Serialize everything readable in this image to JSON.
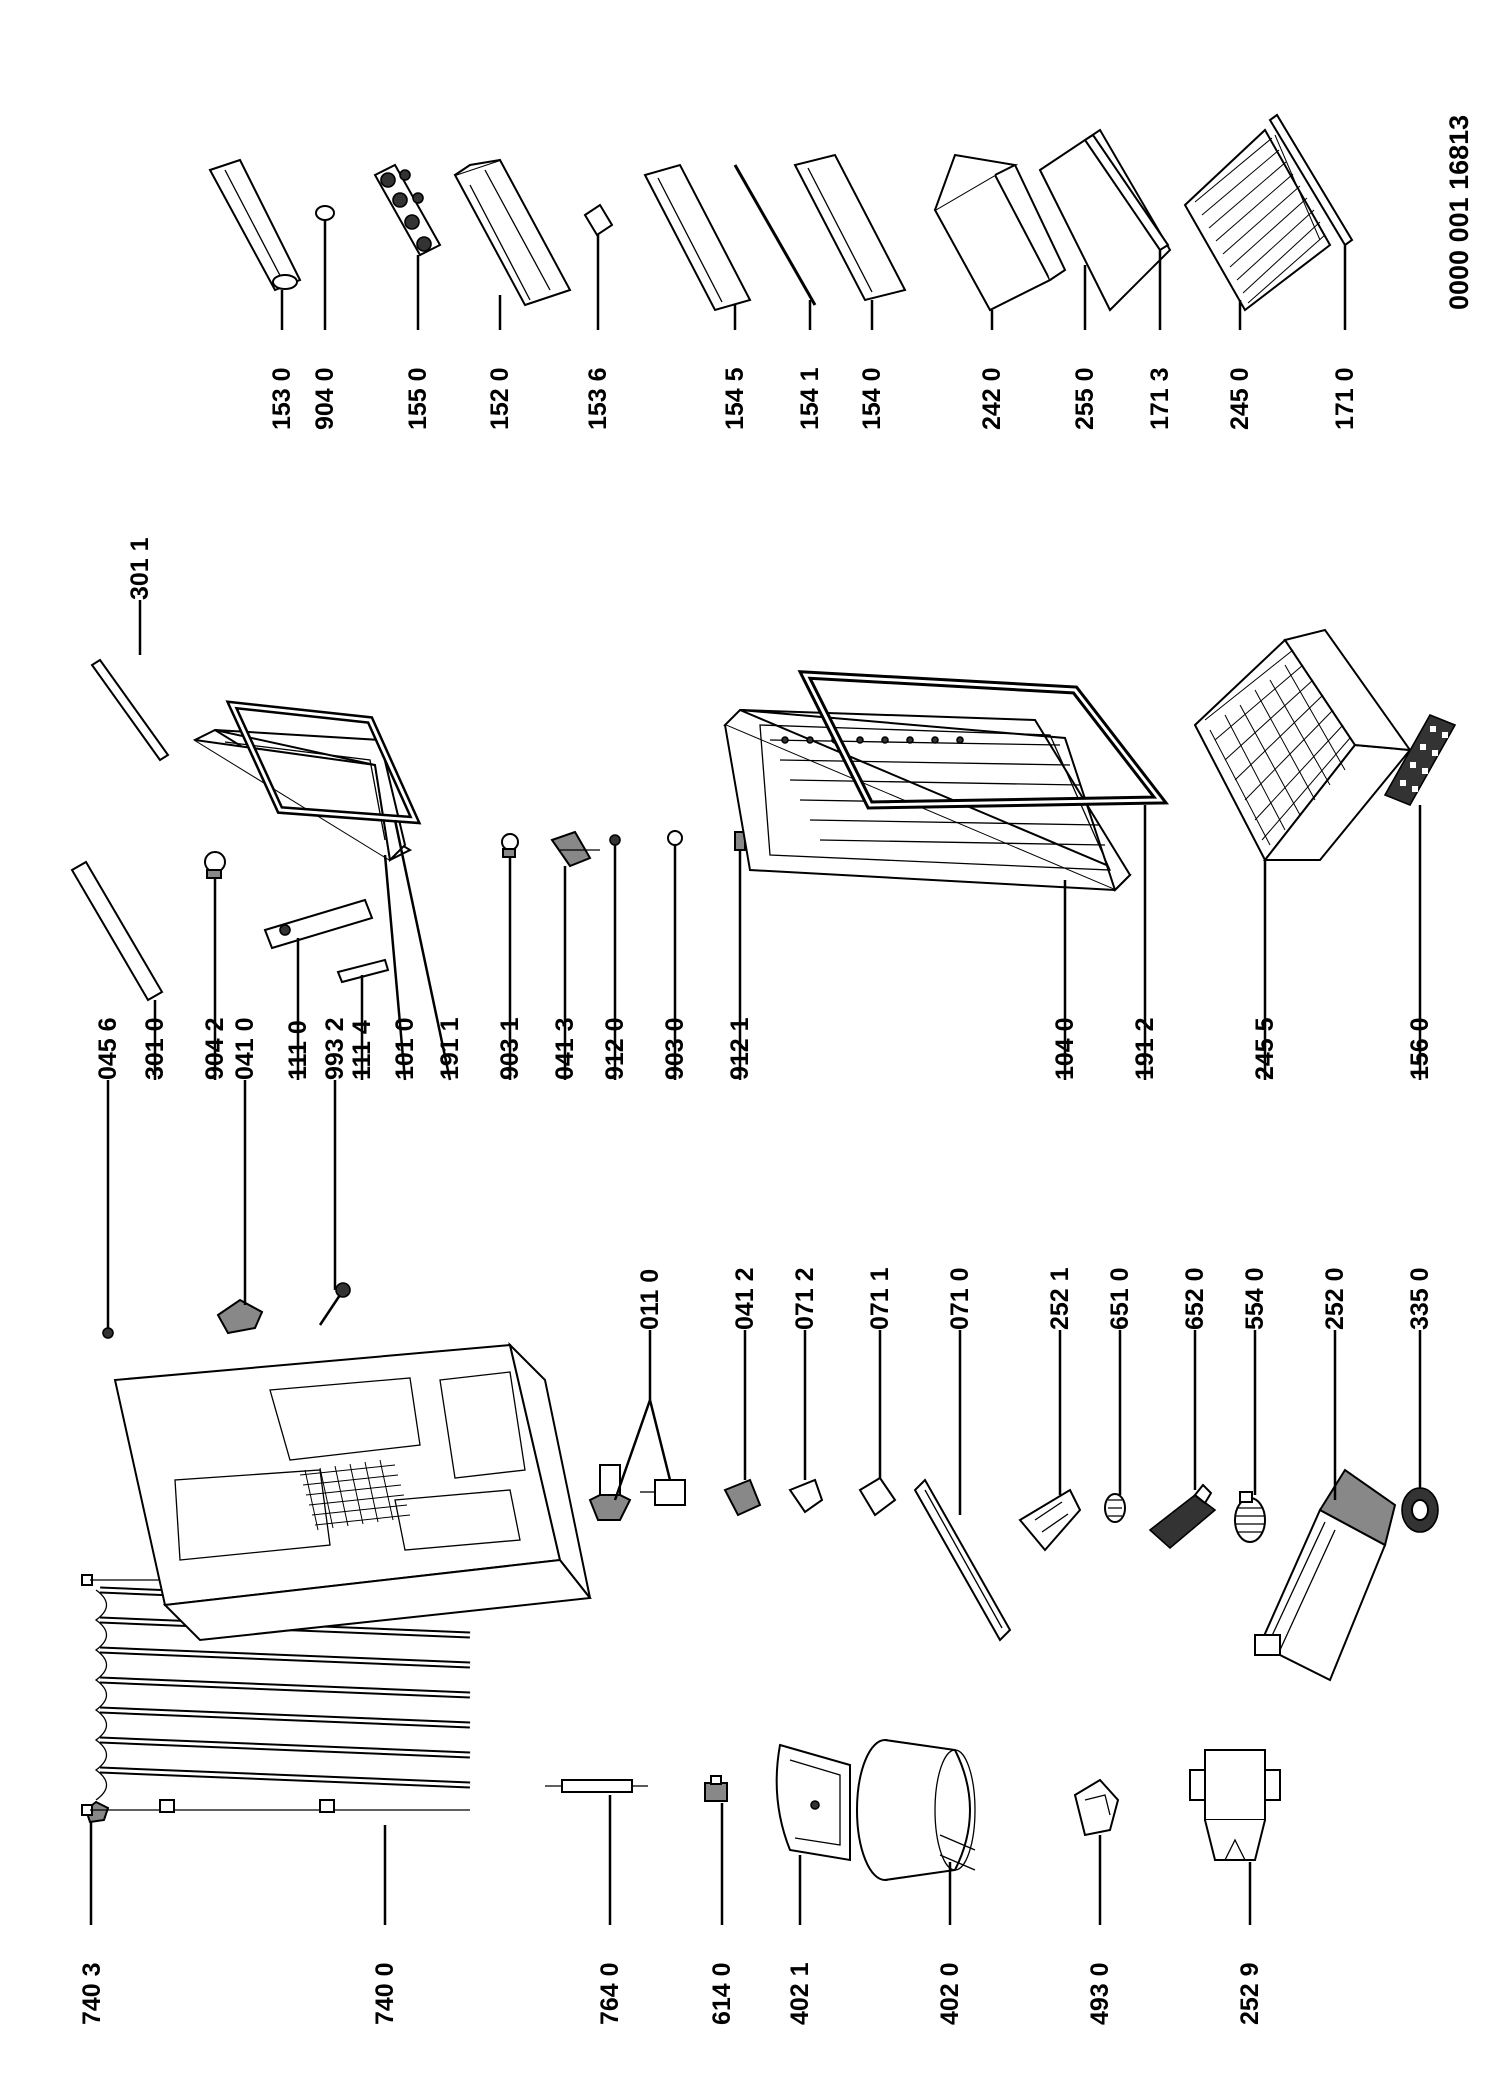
{
  "diagram": {
    "document_id": "0000 001 16813",
    "part_numbers": {
      "p7403": "740 3",
      "p7400": "740 0",
      "p7640": "764 0",
      "p6140": "614 0",
      "p4021": "402 1",
      "p4020": "402 0",
      "p4930": "493 0",
      "p2529": "252 9",
      "p0110": "011 0",
      "p0412": "041 2",
      "p0712": "071 2",
      "p0711": "071 1",
      "p0710": "071 0",
      "p2521": "252 1",
      "p6510": "651 0",
      "p6520": "652 0",
      "p5540": "554 0",
      "p2520": "252 0",
      "p3350": "335 0",
      "p0456": "045 6",
      "p3010": "301 0",
      "p9042": "904 2",
      "p0410": "041 0",
      "p1110": "111 0",
      "p9932": "993 2",
      "p1114": "111 4",
      "p1010": "101 0",
      "p1911": "191 1",
      "p9031": "903 1",
      "p0413": "041 3",
      "p9120": "912 0",
      "p9030": "903 0",
      "p9121": "912 1",
      "p1040": "104 0",
      "p1912": "191 2",
      "p2455": "245 5",
      "p1560": "156 0",
      "p3011": "301 1",
      "p1530": "153 0",
      "p9040": "904 0",
      "p1550": "155 0",
      "p1520": "152 0",
      "p1536": "153 6",
      "p1545": "154 5",
      "p1541": "154 1",
      "p1540": "154 0",
      "p2420": "242 0",
      "p2550": "255 0",
      "p1713": "171 3",
      "p2450": "245 0",
      "p1710": "171 0"
    }
  }
}
